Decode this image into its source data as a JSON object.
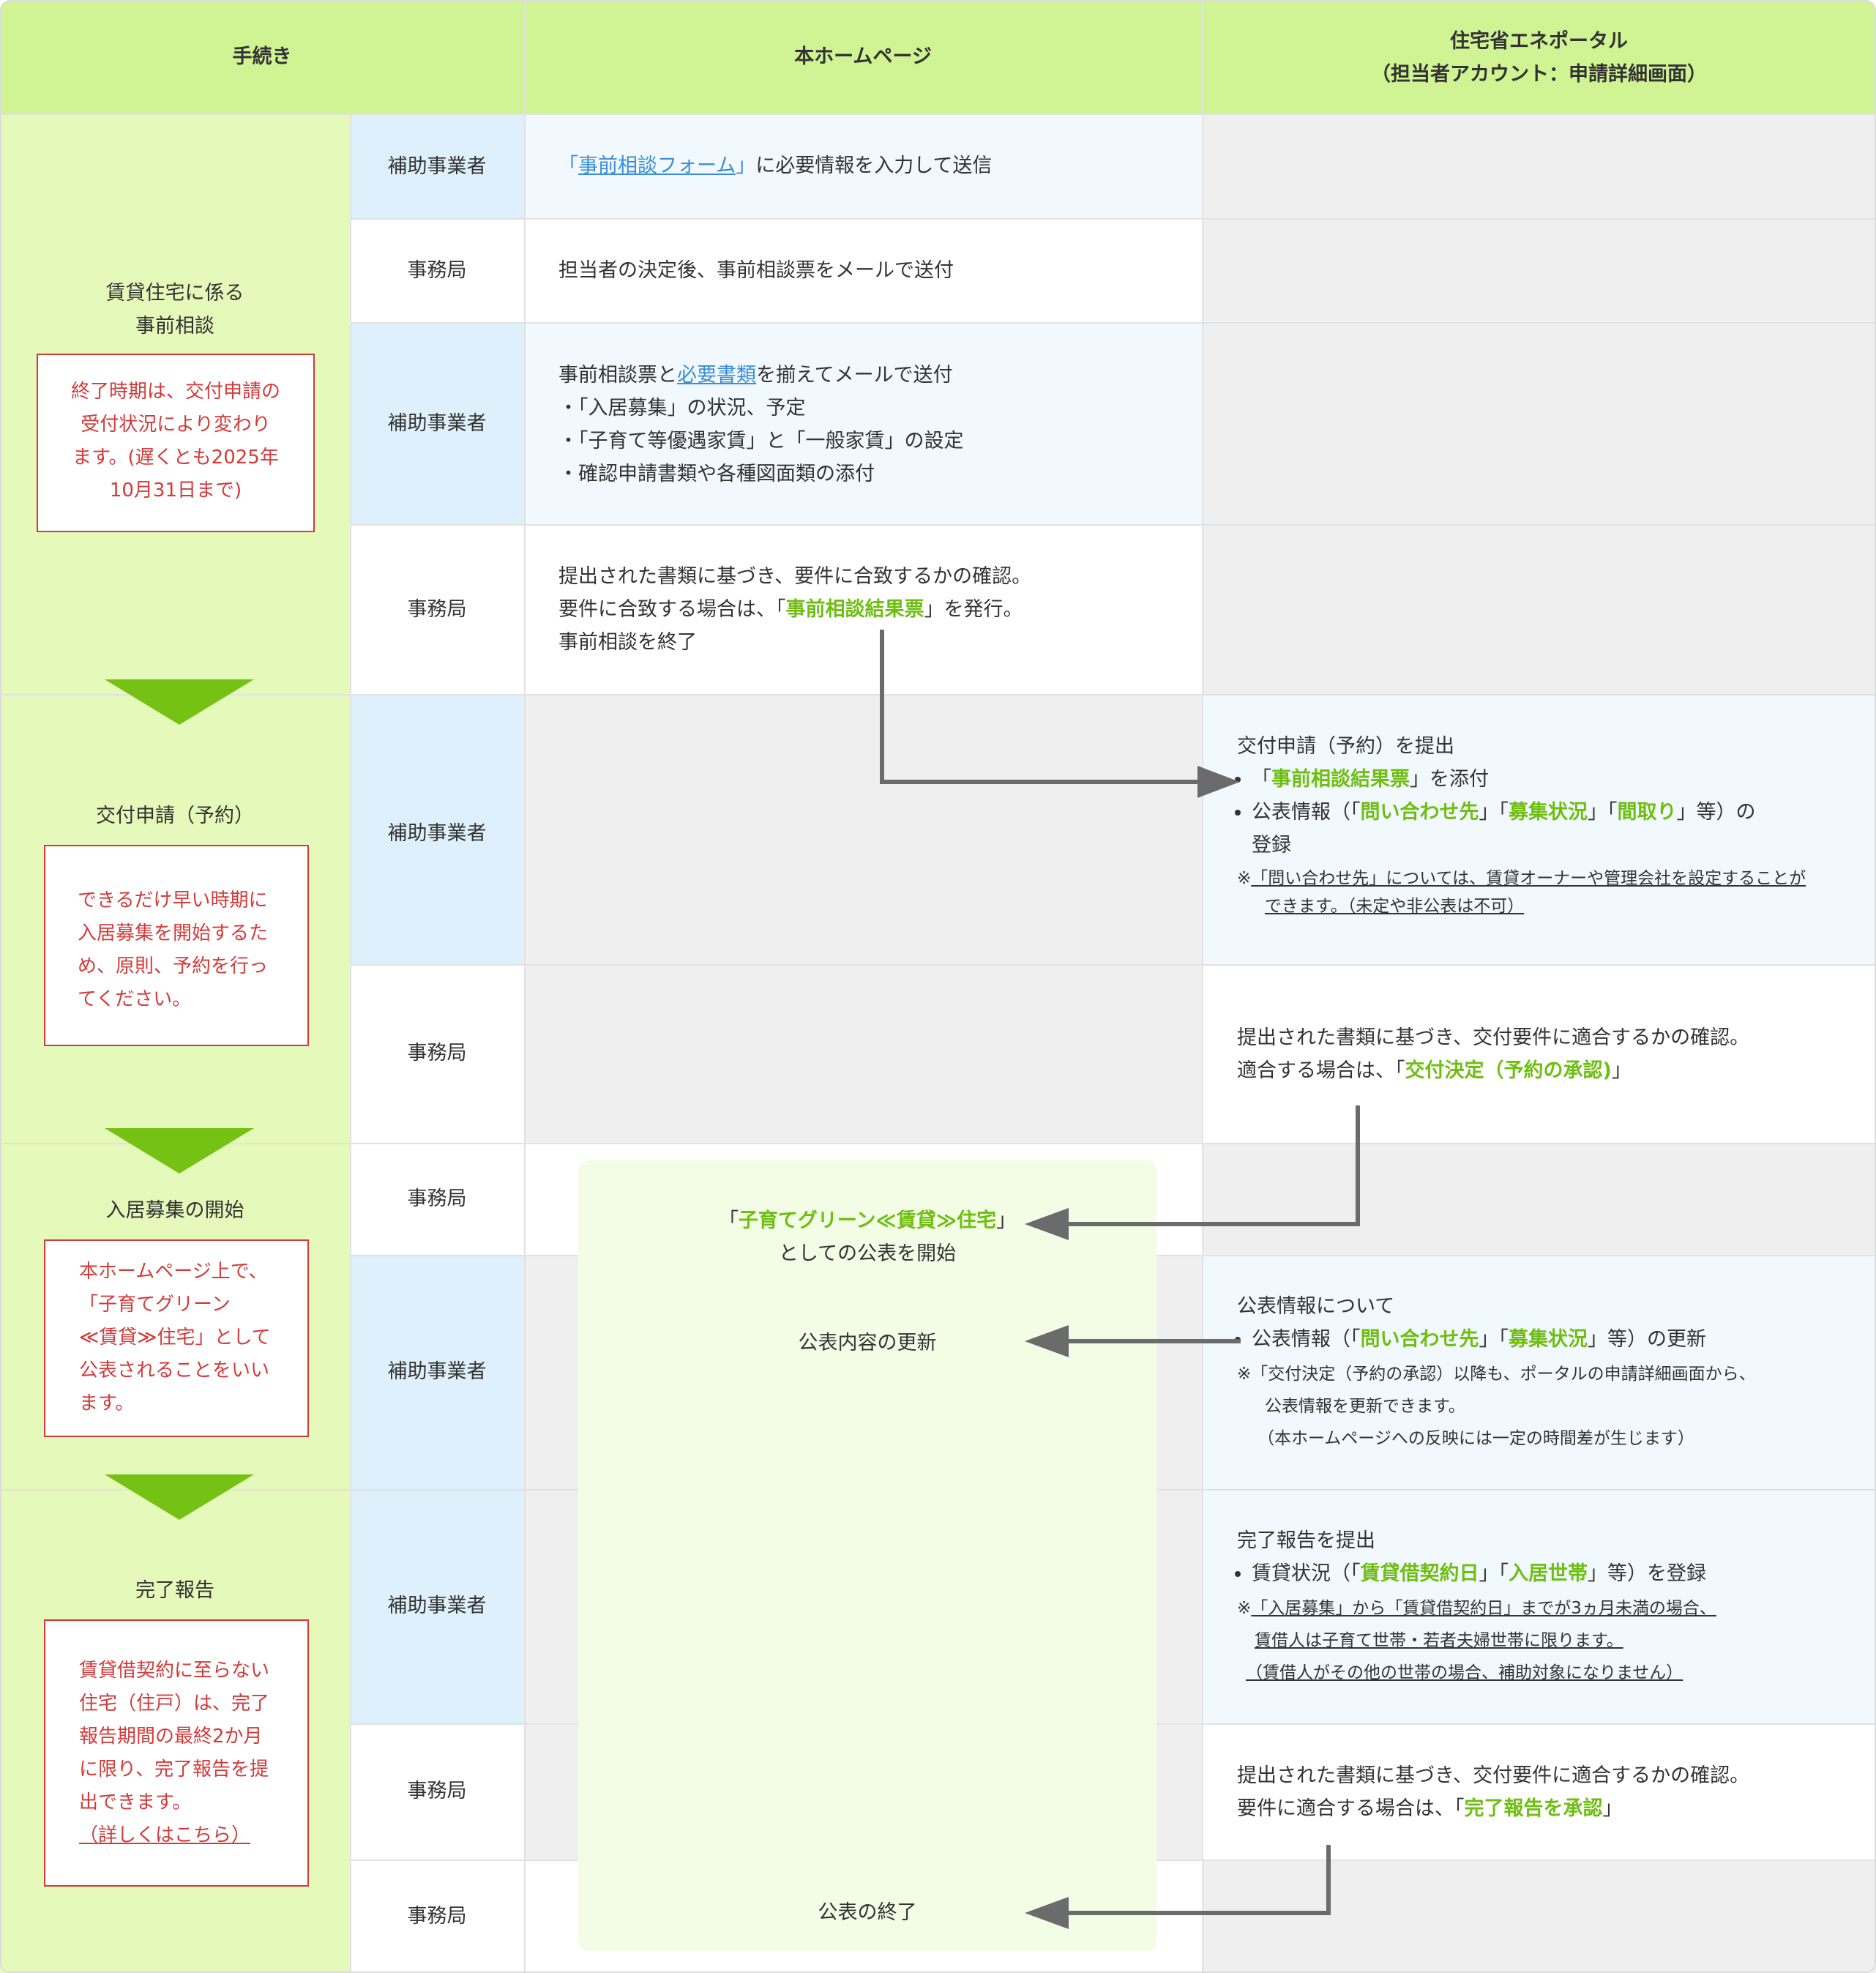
{
  "header": {
    "procedure": "手続き",
    "homepage": "本ホームページ",
    "portal_line1": "住宅省エネポータル",
    "portal_line2": "（担当者アカウント：申請詳細画面）"
  },
  "colors": {
    "header_bg": "#d0f394",
    "procedure_bg": "#e5f9bb",
    "actor_subsidy_bg": "#def0fb",
    "subsidy_cell_bg": "#f1f8fe",
    "grey_cell_bg": "#efefef",
    "public_panel_bg": "#f3fde6",
    "accent_green": "#6fbe12",
    "note_red": "#d33a3a",
    "link_blue": "#3a8ed6",
    "arrow_grey": "#6b6b6b"
  },
  "actors": {
    "subsidy": "補助事業者",
    "office": "事務局"
  },
  "stages": {
    "consult": {
      "title_1": "賃貸住宅に係る",
      "title_2": "事前相談",
      "note": [
        "終了時期は、交付申請の",
        "受付状況により変わり",
        "ます。(遅くとも2025年",
        "10月31日まで)"
      ]
    },
    "apply": {
      "title": "交付申請（予約）",
      "note": [
        "できるだけ早い時期に",
        "入居募集を開始するた",
        "め、原則、予約を行っ",
        "てください。"
      ]
    },
    "recruit": {
      "title": "入居募集の開始",
      "note": [
        "本ホームページ上で、",
        "「子育てグリーン",
        "≪賃貸≫住宅」として",
        "公表されることをいい",
        "ます。"
      ]
    },
    "complete": {
      "title": "完了報告",
      "note": [
        "賃貸借契約に至らない",
        "住宅（住戸）は、完了",
        "報告期間の最終2か月",
        "に限り、完了報告を提",
        "出できます。"
      ],
      "note_link": "（詳しくはこちら）"
    }
  },
  "homepage": {
    "r1": {
      "open": "「",
      "link": "事前相談フォーム",
      "close": "」",
      "rest": "に必要情報を入力して送信"
    },
    "r2": "担当者の決定後、事前相談票をメールで送付",
    "r3": {
      "pre": "事前相談票と",
      "link": "必要書類",
      "post": "を揃えてメールで送付",
      "items": [
        "・「入居募集」の状況、予定",
        "・「子育て等優遇家賃」と「一般家賃」の設定",
        "・確認申請書類や各種図面類の添付"
      ]
    },
    "r4": {
      "line1": "提出された書類に基づき、要件に合致するかの確認。",
      "line2_pre": "要件に合致する場合は、「",
      "line2_green": "事前相談結果票",
      "line2_post": "」を発行。",
      "line3": "事前相談を終了"
    },
    "publish": {
      "open": "「",
      "green": "子育てグリーン≪賃貸≫住宅",
      "close": "」",
      "line2": "としての公表を開始",
      "update": "公表内容の更新",
      "end": "公表の終了"
    }
  },
  "portal": {
    "apply_sub": {
      "title": "交付申請（予約）を提出",
      "b1_pre": "「",
      "b1_green": "事前相談結果票",
      "b1_post": "」を添付",
      "b2_pre": "公表情報（「",
      "b2_g1": "問い合わせ先",
      "b2_m1": "」「",
      "b2_g2": "募集状況",
      "b2_m2": "」「",
      "b2_g3": "間取り",
      "b2_post": "」等）の",
      "b2_line2": "登録",
      "note_mark": "※",
      "note_1": "「問い合わせ先」については、賃貸オーナーや管理会社を設定することが",
      "note_2": "できます。（未定や非公表は不可）"
    },
    "apply_office": {
      "line1": "提出された書類に基づき、交付要件に適合するかの確認。",
      "line2_pre": "適合する場合は、「",
      "line2_green": "交付決定（予約の承認)",
      "line2_post": "」"
    },
    "recruit_sub": {
      "title": "公表情報について",
      "b_pre": "公表情報（「",
      "b_g1": "問い合わせ先",
      "b_m": "」「",
      "b_g2": "募集状況",
      "b_post": "」等）の更新",
      "note_1": "※「交付決定（予約の承認）以降も、ポータルの申請詳細画面から、",
      "note_2": "公表情報を更新できます。",
      "note_3": "（本ホームページへの反映には一定の時間差が生じます）"
    },
    "complete_sub": {
      "title": "完了報告を提出",
      "b_pre": "賃貸状況（「",
      "b_g1": "賃貸借契約日",
      "b_m": "」「",
      "b_g2": "入居世帯",
      "b_post": "」等）を登録",
      "note_mark": "※",
      "note_1": "「入居募集」から「賃貸借契約日」までが3ヵ月未満の場合、",
      "note_2": "賃借人は子育て世帯・若者夫婦世帯に限ります。",
      "note_3": "（賃借人がその他の世帯の場合、補助対象になりません）"
    },
    "complete_office": {
      "line1": "提出された書類に基づき、交付要件に適合するかの確認。",
      "line2_pre": "要件に適合する場合は、「",
      "line2_green": "完了報告を承認",
      "line2_post": "」"
    }
  }
}
